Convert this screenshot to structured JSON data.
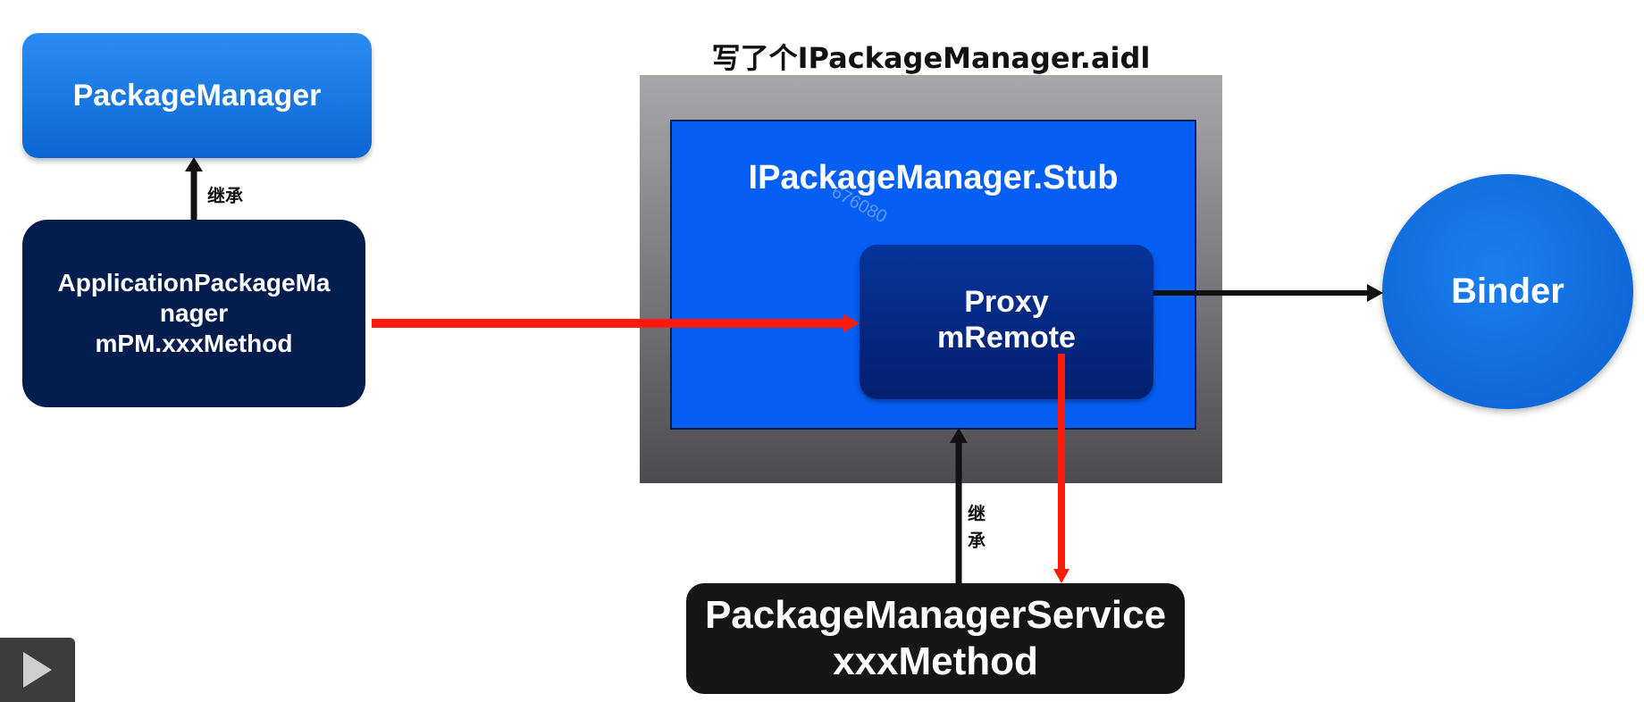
{
  "title": "写了个IPackageManager.aidl",
  "nodes": {
    "package_manager": "PackageManager",
    "application_package_manager": {
      "line1": "ApplicationPackageMa",
      "line2": "nager",
      "line3": "mPM.xxxMethod"
    },
    "stub": "IPackageManager.Stub",
    "watermark": "676080",
    "proxy": {
      "line1": "Proxy",
      "line2": "mRemote"
    },
    "binder": "Binder",
    "package_manager_service": {
      "line1": "PackageManagerService",
      "line2": "xxxMethod"
    }
  },
  "labels": {
    "inherit_top": "继承",
    "inherit_bottom_1": "继",
    "inherit_bottom_2": "承"
  },
  "colors": {
    "red_arrow": "#ff1a0a",
    "black_arrow": "#111111",
    "blue_box": "#055ff5",
    "navy_box": "#041d4f"
  },
  "player": {
    "icon": "play-icon"
  }
}
